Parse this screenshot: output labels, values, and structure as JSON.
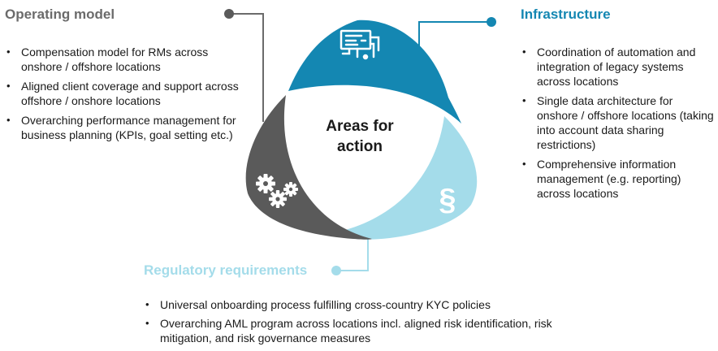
{
  "center": {
    "line1": "Areas for",
    "line2": "action"
  },
  "operating_model": {
    "title": "Operating model",
    "color": "#5a5a5a",
    "icon": "gears-icon",
    "bullets": [
      "Compensation model for RMs across onshore / offshore locations",
      "Aligned client coverage and support across offshore / onshore locations",
      "Overarching performance management for business planning (KPIs, goal setting etc.)"
    ]
  },
  "infrastructure": {
    "title": "Infrastructure",
    "color": "#1487b2",
    "icon": "circuit-icon",
    "bullets": [
      "Coordination of automation and integration of legacy systems across locations",
      "Single data architecture for onshore / offshore locations (taking into account data sharing restrictions)",
      "Comprehensive information management (e.g. reporting) across locations"
    ]
  },
  "regulatory": {
    "title": "Regulatory requirements",
    "color": "#a4dcea",
    "icon": "section-sign-icon",
    "glyph": "§",
    "bullets": [
      "Universal onboarding process fulfilling cross-country KYC policies",
      "Overarching AML program across locations incl. aligned risk identification, risk mitigation, and risk governance measures"
    ]
  }
}
